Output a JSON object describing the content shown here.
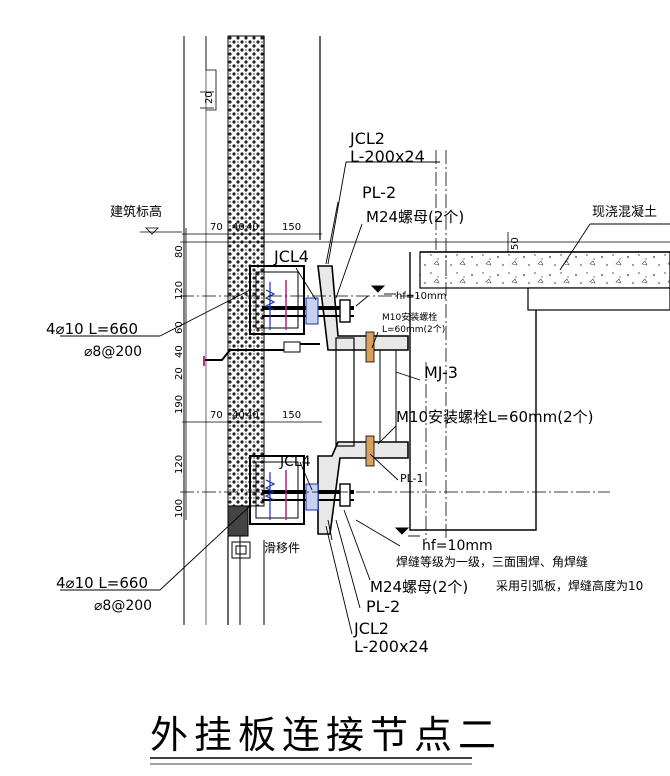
{
  "title": "外挂板连接节点二",
  "labels": {
    "jcl2_top": "JCL2",
    "angle_top": "L-200x24",
    "pl2_top": "PL-2",
    "m24_top": "M24螺母(2个)",
    "jcl4_top": "JCL4",
    "arch_elev": "建筑标高",
    "cast_concrete": "现浇混凝土",
    "weld_top": "hf=10mm",
    "m10_small_1": "M10安装螺栓",
    "m10_small_2": "L=60mm(2个)",
    "mj3": "MJ-3",
    "m10_big": "M10安装螺栓L=60mm(2个)",
    "pl1": "PL-1",
    "rebar_top_1": "4⌀10 L=660",
    "rebar_top_2": "⌀8@200",
    "jcl4_bot": "JCL4",
    "slide": "滑移件",
    "weld_bot": "hf=10mm",
    "weld_note_1": "焊缝等级为一级，三面围焊、角焊缝",
    "weld_note_2": "采用引弧板，焊缝高度为10",
    "m24_bot": "M24螺母(2个)",
    "pl2_bot": "PL-2",
    "jcl2_bot": "JCL2",
    "angle_bot": "L-200x24",
    "rebar_bot_1": "4⌀10 L=660",
    "rebar_bot_2": "⌀8@200"
  },
  "dims": {
    "d20": "20",
    "d70a": "70",
    "d40a": "40",
    "d40b": "40",
    "d150a": "150",
    "d50": "50",
    "d80": "80",
    "d120a": "120",
    "d60": "60",
    "d40c": "40",
    "d20b": "20",
    "d190": "190",
    "d70b": "70",
    "d40d": "40",
    "d40e": "40",
    "d150b": "150",
    "d120b": "120",
    "d100": "100"
  }
}
